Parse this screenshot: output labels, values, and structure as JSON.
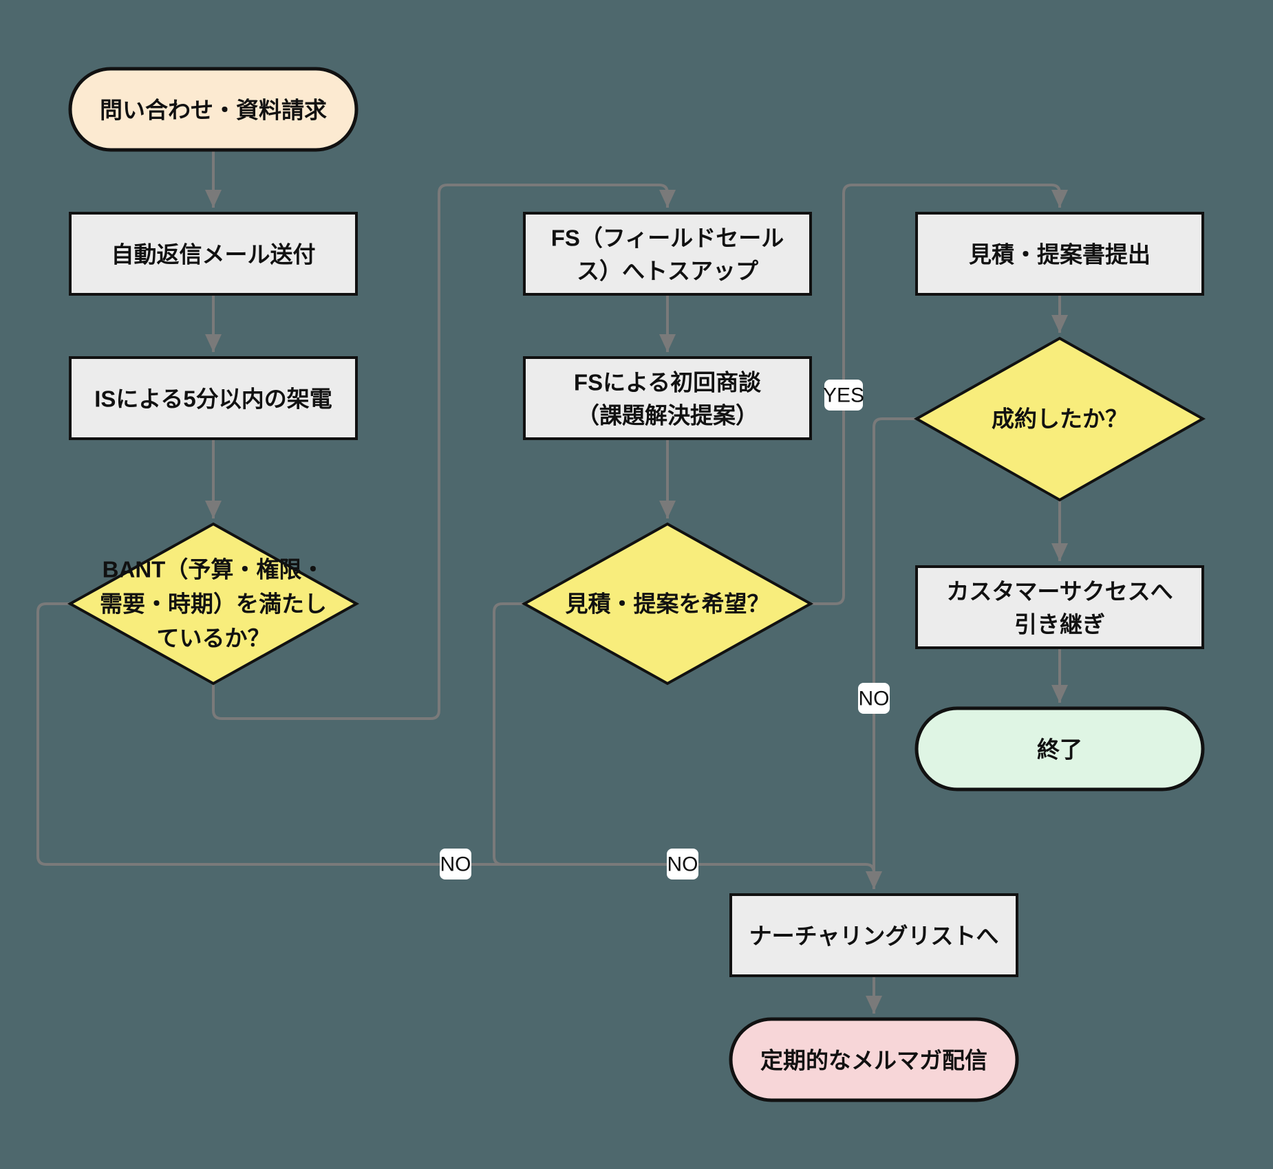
{
  "diagram_title": "inquiry-to-sales flowchart",
  "colors": {
    "background": "#4E686D",
    "process_fill": "#ECECEC",
    "decision_fill": "#F8ED7C",
    "start_fill": "#FCEAD1",
    "end_fill": "#DFF5E4",
    "newsletter_fill": "#F7D6D8",
    "edge_stroke": "#7A7A7A",
    "node_border": "#111111",
    "label_background": "#FFFFFF"
  },
  "nodes": {
    "inquiry": {
      "type": "stadium",
      "label": "問い合わせ・資料請求",
      "lines": [
        "問い合わせ・資料請求"
      ]
    },
    "auto_reply": {
      "type": "process",
      "label": "自動返信メール送付",
      "lines": [
        "自動返信メール送付"
      ]
    },
    "is_call": {
      "type": "process",
      "label": "ISによる5分以内の架電",
      "lines": [
        "ISによる5分以内の架電"
      ]
    },
    "bant": {
      "type": "decision",
      "label": "BANT（予算・権限・需要・時期）を満たしているか？",
      "lines": [
        "BANT（予算・権限・",
        "需要・時期）を満たし",
        "ているか？"
      ]
    },
    "fs_tossup": {
      "type": "process",
      "label": "FS（フィールドセールス）へトスアップ",
      "lines": [
        "FS（フィールドセール",
        "ス）へトスアップ"
      ]
    },
    "fs_meeting": {
      "type": "process",
      "label": "FSによる初回商談（課題解決提案）",
      "lines": [
        "FSによる初回商談",
        "（課題解決提案）"
      ]
    },
    "want_proposal": {
      "type": "decision",
      "label": "見積・提案を希望？",
      "lines": [
        "見積・提案を希望？"
      ]
    },
    "proposal_submit": {
      "type": "process",
      "label": "見積・提案書提出",
      "lines": [
        "見積・提案書提出"
      ]
    },
    "closed_deal": {
      "type": "decision",
      "label": "成約したか？",
      "lines": [
        "成約したか？"
      ]
    },
    "cs_handover": {
      "type": "process",
      "label": "カスタマーサクセスへ引き継ぎ",
      "lines": [
        "カスタマーサクセスへ",
        "引き継ぎ"
      ]
    },
    "end": {
      "type": "stadium",
      "label": "終了",
      "lines": [
        "終了"
      ]
    },
    "nurturing": {
      "type": "process",
      "label": "ナーチャリングリストへ",
      "lines": [
        "ナーチャリングリストへ"
      ]
    },
    "newsletter": {
      "type": "stadium",
      "label": "定期的なメルマガ配信",
      "lines": [
        "定期的なメルマガ配信"
      ]
    }
  },
  "edge_labels": {
    "yes_want_proposal": "YES",
    "no_closed_deal": "NO",
    "no_bant": "NO",
    "no_want_proposal": "NO"
  }
}
